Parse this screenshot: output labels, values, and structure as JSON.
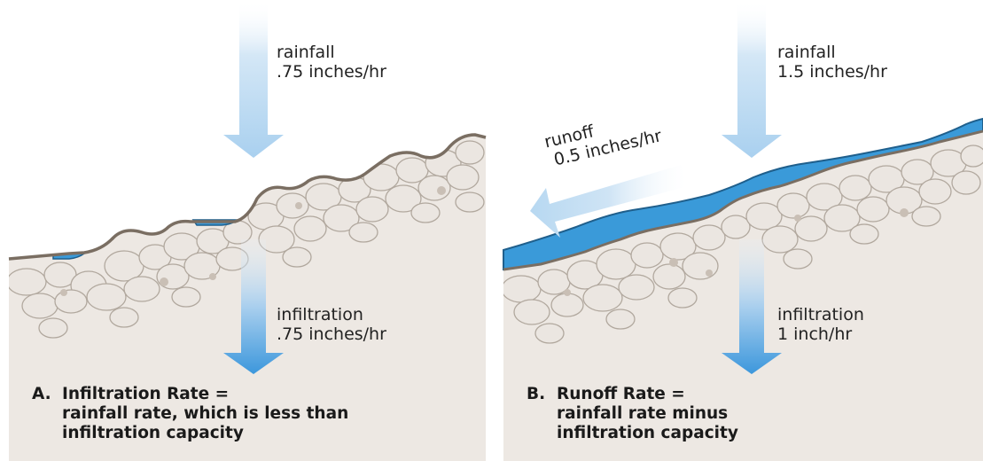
{
  "panel_a": {
    "rainfall": {
      "title": "rainfall",
      "rate": ".75 inches/hr"
    },
    "infiltration": {
      "title": "infiltration",
      "rate": ".75 inches/hr"
    },
    "caption": {
      "letter": "A.",
      "line1": "Infiltration Rate =",
      "line2": "rainfall rate, which is less than",
      "line3": "infiltration capacity"
    }
  },
  "panel_b": {
    "rainfall": {
      "title": "rainfall",
      "rate": "1.5 inches/hr"
    },
    "runoff": {
      "title": "runoff",
      "rate": "0.5 inches/hr"
    },
    "infiltration": {
      "title": "infiltration",
      "rate": "1 inch/hr"
    },
    "caption": {
      "letter": "B.",
      "line1": "Runoff Rate =",
      "line2": "rainfall rate minus",
      "line3": "infiltration capacity"
    }
  },
  "colors": {
    "soil": "#ede8e3",
    "rock_fill": "#ebe6e1",
    "rock_stroke": "#a89f95",
    "surface_line": "#7a6e62",
    "water": "#3a9ad9",
    "water_edge": "#1f5f8c",
    "arrow_light": "#dcebf7",
    "arrow_dark": "#4fa3e0"
  }
}
